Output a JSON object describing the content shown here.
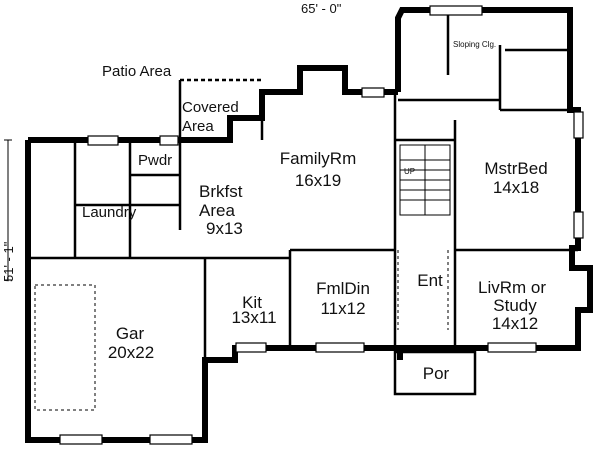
{
  "dimensions": {
    "width": "65' - 0\"",
    "depth": "51' - 1\""
  },
  "rooms": {
    "patio": {
      "name": "Patio Area"
    },
    "covered": {
      "name": "Covered",
      "name2": "Area"
    },
    "pwdr": {
      "name": "Pwdr"
    },
    "laundry": {
      "name": "Laundry"
    },
    "familyrm": {
      "name": "FamilyRm",
      "size": "16x19"
    },
    "brkfst": {
      "name": "Brkfst",
      "name2": "Area",
      "size": "9x13"
    },
    "mstrbed": {
      "name": "MstrBed",
      "size": "14x18"
    },
    "up": {
      "name": "UP"
    },
    "sloping": {
      "name": "Sloping Clg."
    },
    "fmldin": {
      "name": "FmlDin",
      "size": "11x12"
    },
    "ent": {
      "name": "Ent"
    },
    "livrm": {
      "name": "LivRm or",
      "name2": "Study",
      "size": "14x12"
    },
    "kit": {
      "name": "Kit",
      "size": "13x11"
    },
    "gar": {
      "name": "Gar",
      "size": "20x22"
    },
    "por": {
      "name": "Por"
    }
  }
}
